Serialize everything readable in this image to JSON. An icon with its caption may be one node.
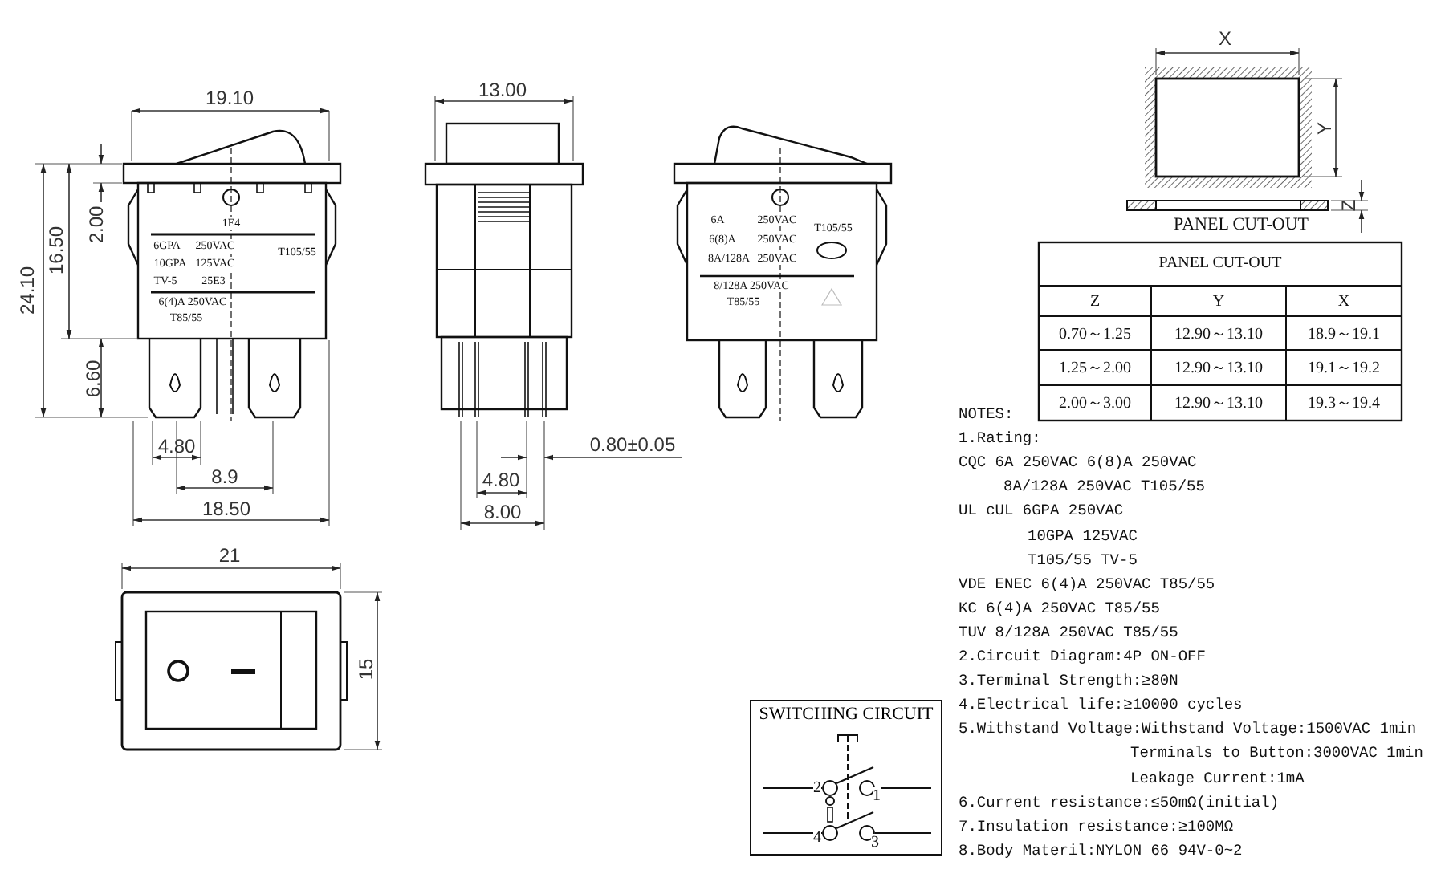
{
  "diagram": {
    "nodes": [
      {
        "text": [
          "SWITCHING CIRCUIT"
        ]
      }
    ],
    "labels": [
      "19.10",
      "16.50",
      "24.10",
      "2.00",
      "1E4",
      "6GPA",
      "250VAC",
      "T105/55",
      "10GPA",
      "125VAC",
      "TV-5",
      "25E3",
      "6(4)A 250VAC",
      "T85/55",
      "6.60",
      "4.80",
      "8.9",
      "18.50",
      "13.00",
      "0.80±0.05",
      "4.80",
      "8.00",
      "6A",
      "250VAC",
      "T105/55",
      "6(8)A",
      "250VAC",
      "8A/128A",
      "250VAC",
      "8/128A 250VAC",
      "T85/55",
      "21",
      "15",
      "X",
      "Y",
      "Z",
      "PANEL CUT-OUT",
      "PANEL CUT-OUT",
      "Z",
      "Y",
      "X",
      "0.70～1.25",
      "12.90～13.10",
      "18.9～19.1",
      "1.25～2.00",
      "12.90～13.10",
      "19.1～19.2",
      "2.00～3.00",
      "12.90～13.10",
      "19.3～19.4",
      "NOTES:",
      "1.Rating:",
      "CQC 6A 250VAC 6(8)A 250VAC",
      "8A/128A 250VAC T105/55",
      "UL cUL 6GPA 250VAC",
      "10GPA 125VAC",
      "T105/55 TV-5",
      "VDE ENEC 6(4)A 250VAC T85/55",
      "KC 6(4)A 250VAC T85/55",
      "TUV 8/128A 250VAC T85/55",
      "2.Circuit Diagram:4P ON-OFF",
      "3.Terminal Strength:≥80N",
      "4.Electrical life:≥10000 cycles",
      "5.Withstand Voltage:Withstand Voltage:1500VAC 1min",
      "Terminals to Button:3000VAC 1min",
      "Leakage Current:1mA",
      "6.Current resistance:≤50mΩ(initial)",
      "7.Insulation resistance:≥100MΩ",
      "8.Body Materil:NYLON 66 94V-0~2",
      "2",
      "1",
      "4",
      "3"
    ]
  }
}
